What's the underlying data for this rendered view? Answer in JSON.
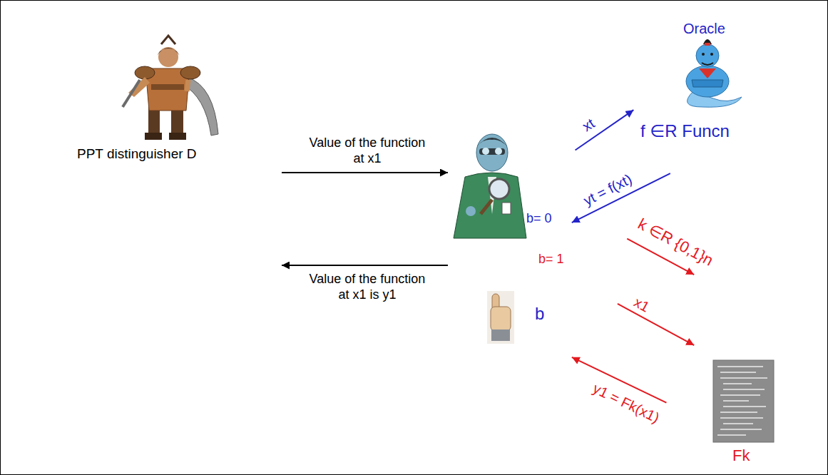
{
  "diagram": {
    "nodes": [
      {
        "text": [
          "PPT distinguisher D"
        ]
      },
      {
        "text": [
          "b= 0",
          "b= 1"
        ]
      },
      {
        "text": [
          "Oracle",
          "f ∈R Funcn"
        ]
      },
      {
        "text": [
          "Fk"
        ]
      }
    ],
    "edges": [
      {
        "from": 0,
        "to": 1,
        "label": "Value of the function at x1",
        "arrow": "to"
      },
      {
        "from": 1,
        "to": 0,
        "label": "Value of the function at x1 is y1",
        "arrow": "to"
      },
      {
        "from": 1,
        "to": 2,
        "label": "xt",
        "arrow": "to"
      },
      {
        "from": 2,
        "to": 1,
        "label": "yt = f(xt)",
        "arrow": "to"
      },
      {
        "from": 1,
        "to": 3,
        "label": "k ∈R {0,1}n",
        "arrow": "to"
      },
      {
        "from": 1,
        "to": 3,
        "label": "x1",
        "arrow": "to"
      },
      {
        "from": 3,
        "to": 1,
        "label": "y1 = Fk(x1)",
        "arrow": "to"
      }
    ],
    "labels": [
      "b"
    ]
  }
}
